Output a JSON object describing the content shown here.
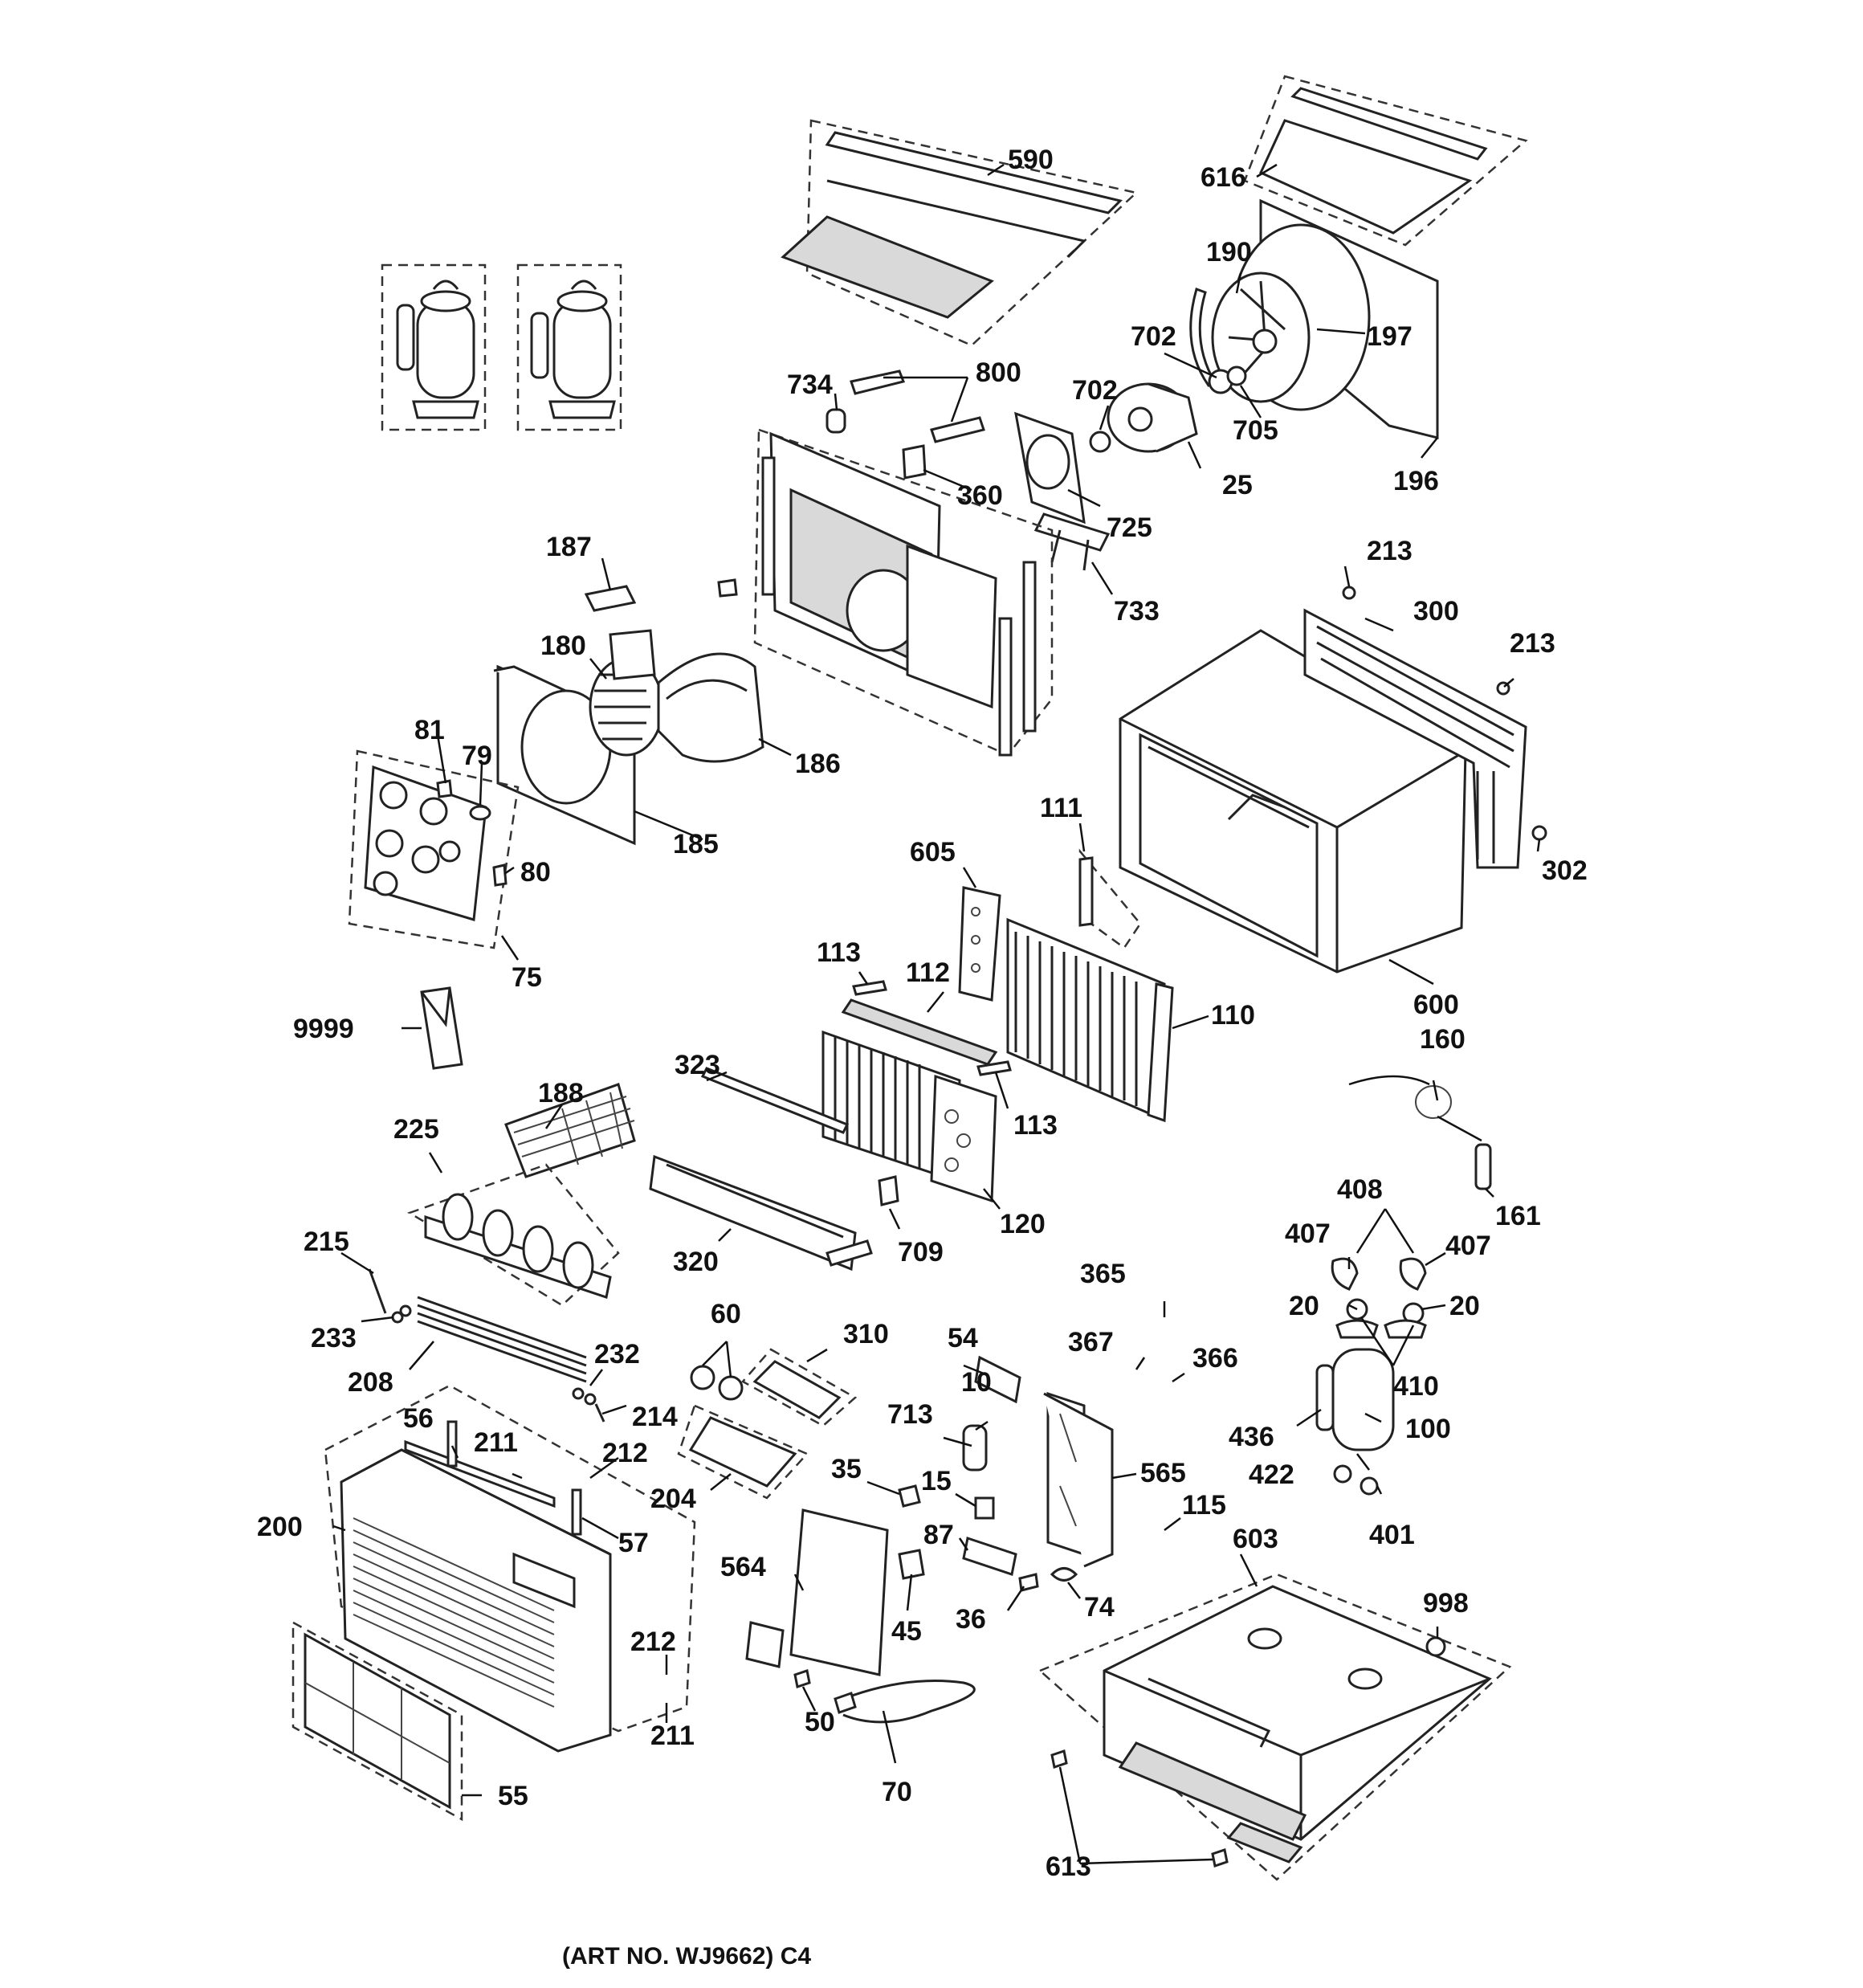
{
  "labels": {
    "l590": "590",
    "l616": "616",
    "l190": "190",
    "l197": "197",
    "l702a": "702",
    "l702b": "702",
    "l705": "705",
    "l25": "25",
    "l196": "196",
    "l734": "734",
    "l800": "800",
    "l360": "360",
    "l725": "725",
    "l733": "733",
    "l187": "187",
    "l180": "180",
    "l186": "186",
    "l185": "185",
    "l81": "81",
    "l79": "79",
    "l80": "80",
    "l75": "75",
    "l213a": "213",
    "l300": "300",
    "l213b": "213",
    "l302": "302",
    "l600": "600",
    "l111": "111",
    "l605": "605",
    "l113a": "113",
    "l112": "112",
    "l110": "110",
    "l113b": "113",
    "l120": "120",
    "l9999": "9999",
    "l188": "188",
    "l225": "225",
    "l323": "323",
    "l320": "320",
    "l709": "709",
    "l160": "160",
    "l161": "161",
    "l408": "408",
    "l407a": "407",
    "l407b": "407",
    "l20a": "20",
    "l20b": "20",
    "l410": "410",
    "l215": "215",
    "l233": "233",
    "l208": "208",
    "l232": "232",
    "l214": "214",
    "l60": "60",
    "l310": "310",
    "l54": "54",
    "l365": "365",
    "l367": "367",
    "l366": "366",
    "l10": "10",
    "l713": "713",
    "l436": "436",
    "l100": "100",
    "l422": "422",
    "l401": "401",
    "l56": "56",
    "l211a": "211",
    "l212a": "212",
    "l200": "200",
    "l57": "57",
    "l204": "204",
    "l35": "35",
    "l15": "15",
    "l565": "565",
    "l115": "115",
    "l87": "87",
    "l564": "564",
    "l603": "603",
    "l45": "45",
    "l36": "36",
    "l74": "74",
    "l998": "998",
    "l212b": "212",
    "l211b": "211",
    "l50": "50",
    "l70": "70",
    "l55": "55",
    "l613": "613"
  },
  "caption": "(ART NO. WJ9662) C4"
}
